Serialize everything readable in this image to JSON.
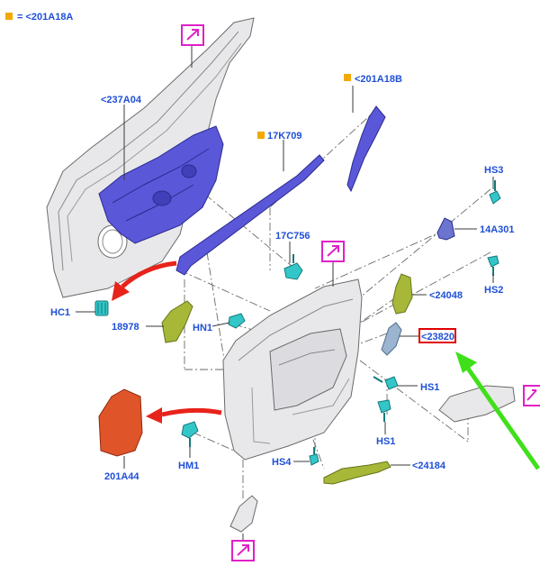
{
  "legend": {
    "symbol_color": "#f2a900",
    "text": "= <201A18A"
  },
  "callouts": {
    "c201A18B": "<201A18B",
    "c237A04": "<237A04",
    "c17K709": "17K709",
    "c17C756": "17C756",
    "cHS3": "HS3",
    "c14A301": "14A301",
    "cHS2": "HS2",
    "cHC1": "HC1",
    "c18978": "18978",
    "cHN1": "HN1",
    "c24048": "<24048",
    "c23820": "<23820",
    "cHS1a": "HS1",
    "cHS1b": "HS1",
    "cHM1": "HM1",
    "cHS4": "HS4",
    "c24184": "<24184",
    "c201A44": "201A44"
  },
  "colors": {
    "label": "#1f4fd6",
    "highlight_box": "#e00000",
    "view_link_icon": "#e020c8",
    "red_arrow": "#e8231b",
    "green_arrow": "#3fe01a",
    "material_marker": "#f2a900"
  },
  "icons": [
    "view-link-icon",
    "material-square-icon",
    "red-arrow-icon",
    "green-arrow-icon"
  ]
}
